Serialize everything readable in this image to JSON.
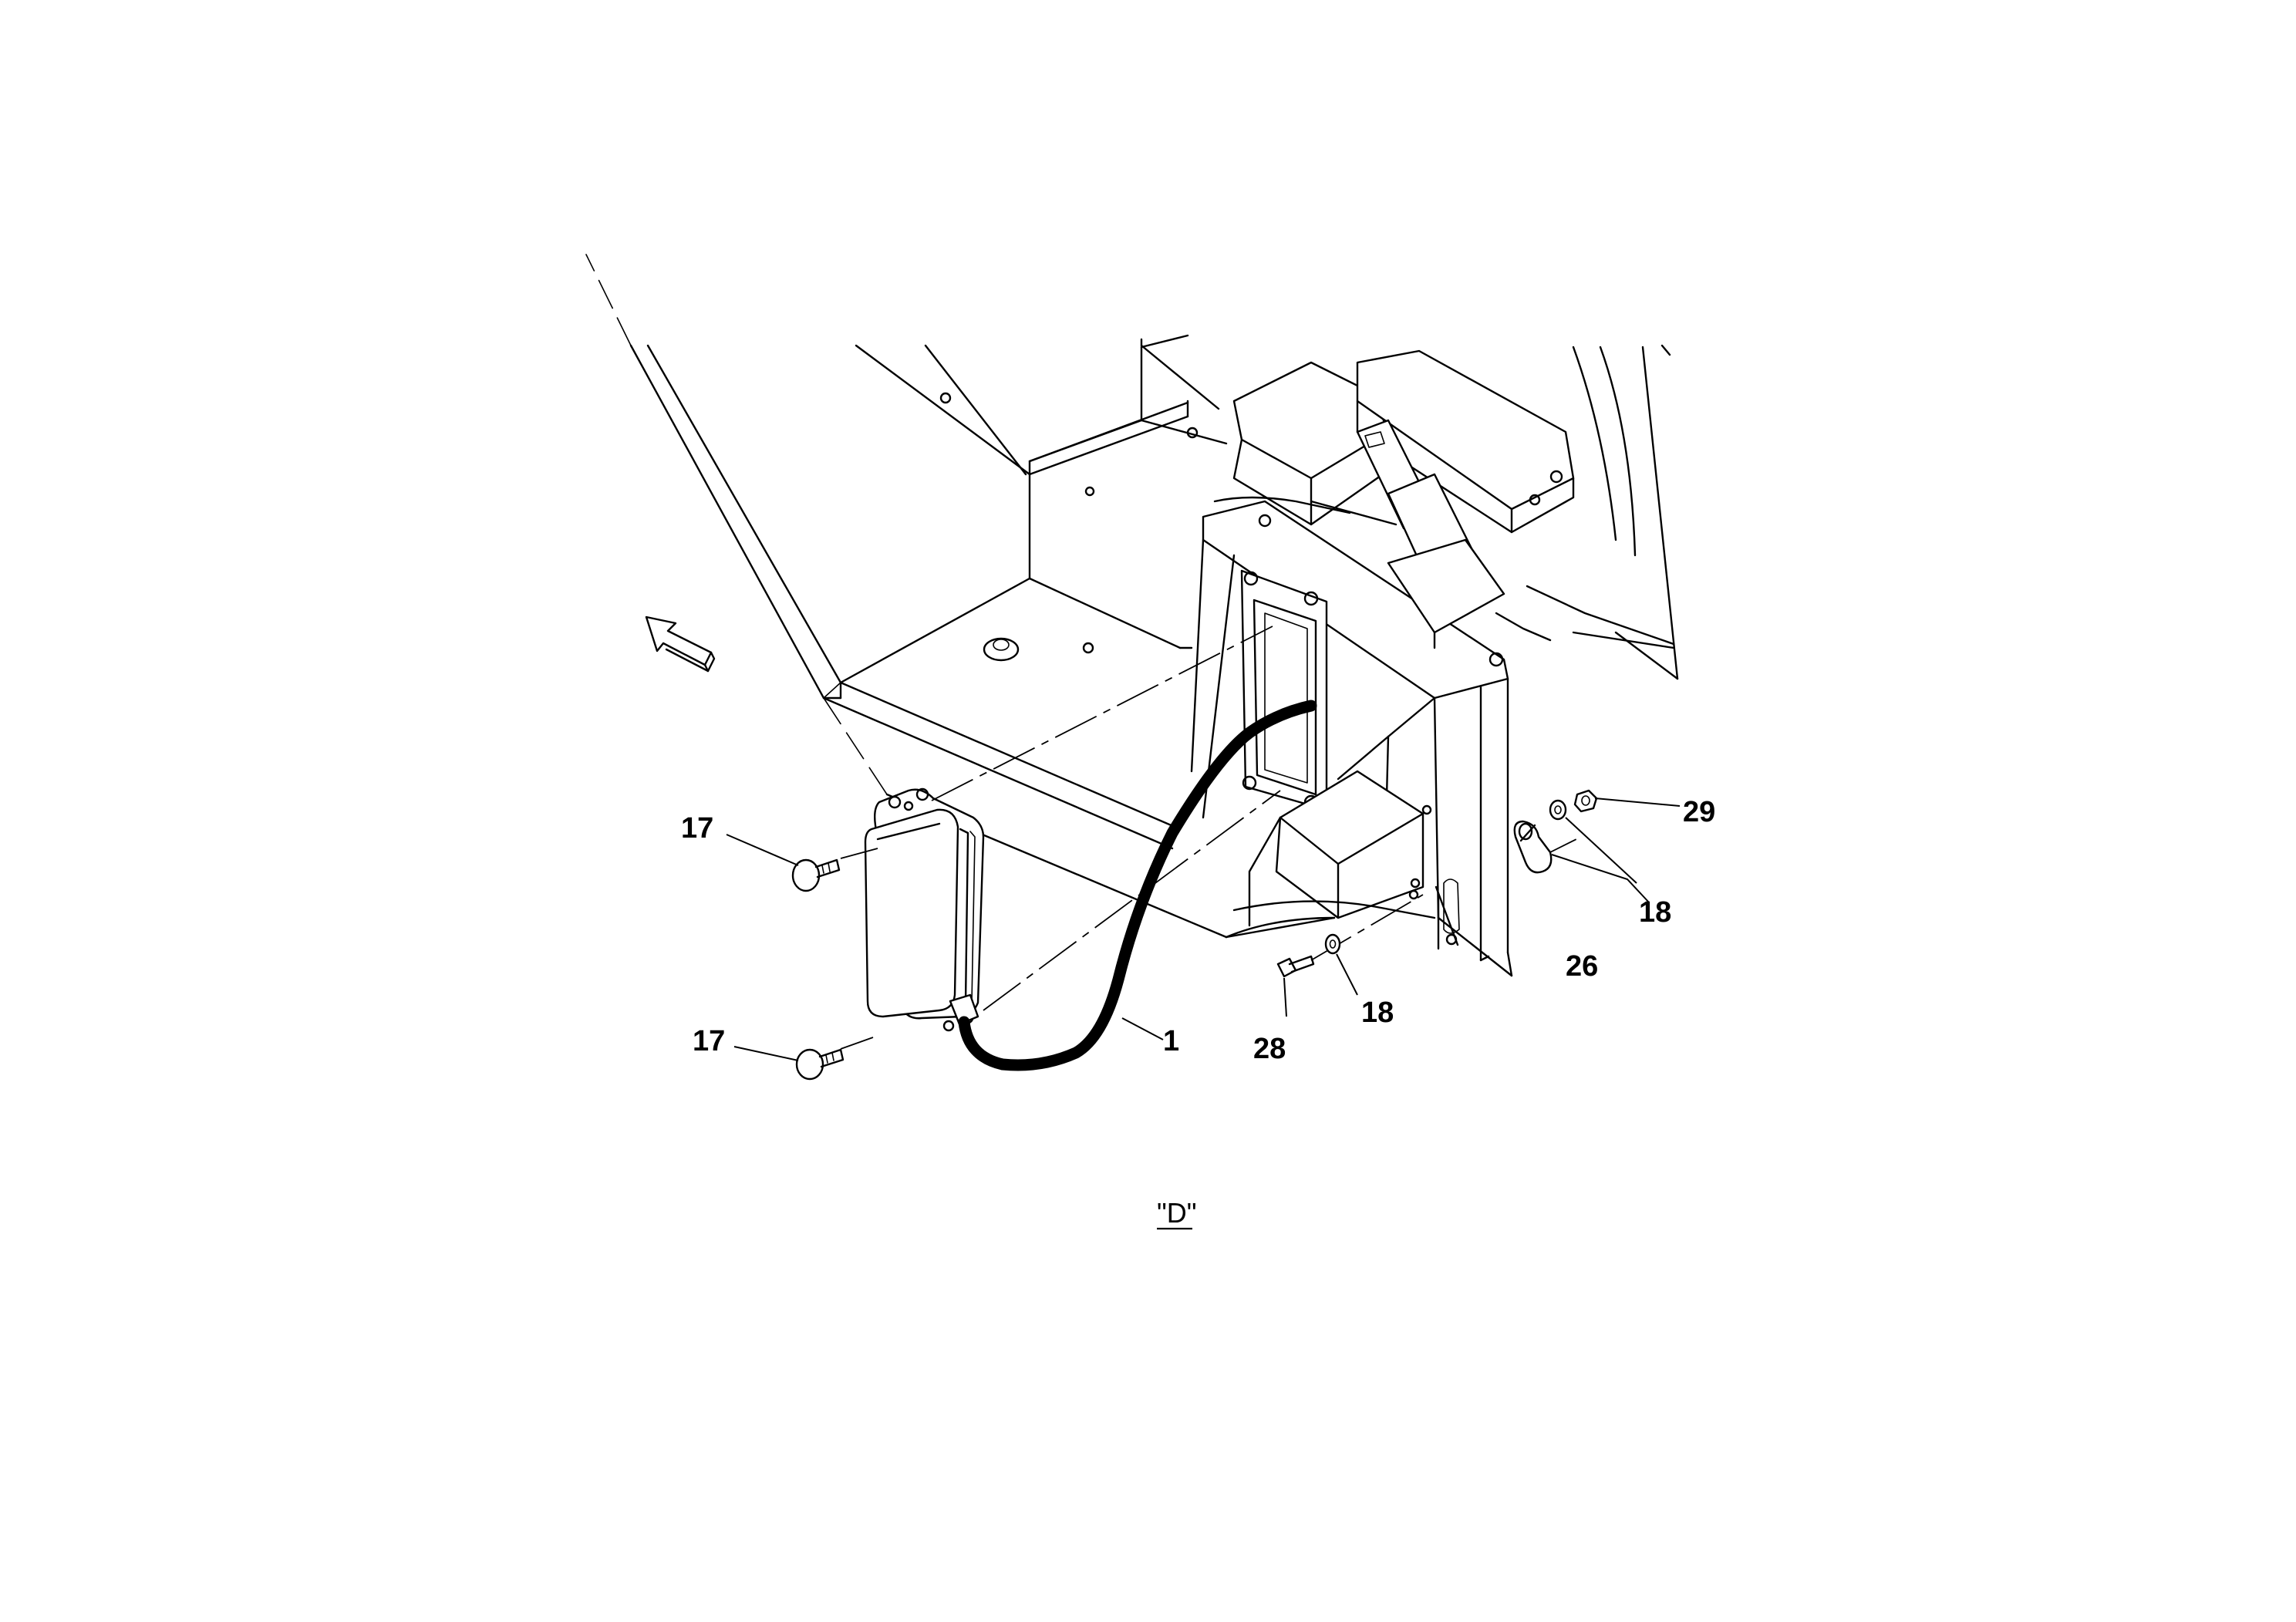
{
  "view": {
    "label": "\"D\""
  },
  "callouts": [
    {
      "id": "c17a",
      "text": "17"
    },
    {
      "id": "c17b",
      "text": "17"
    },
    {
      "id": "c1",
      "text": "1"
    },
    {
      "id": "c28",
      "text": "28"
    },
    {
      "id": "c18a",
      "text": "18"
    },
    {
      "id": "c18b",
      "text": "18"
    },
    {
      "id": "c26",
      "text": "26"
    },
    {
      "id": "c29",
      "text": "29"
    }
  ],
  "icons": {
    "direction_arrow": "forward-direction-arrow-icon"
  }
}
